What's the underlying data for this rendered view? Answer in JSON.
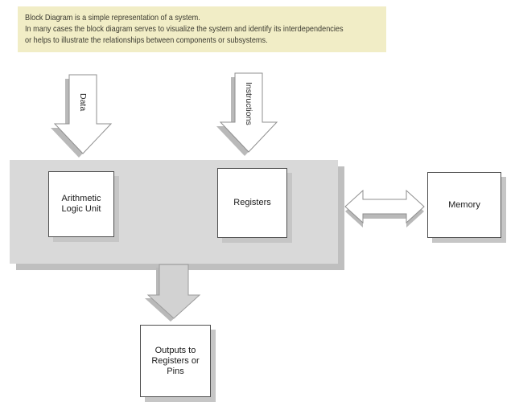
{
  "note": {
    "lines": [
      "Block Diagram is a simple representation of a system.",
      "In many cases the block diagram serves to visualize the system and identify its interdependencies",
      "or helps to illustrate the relationships between components or subsystems."
    ]
  },
  "labels": {
    "data": "Data",
    "instructions": "Instructions"
  },
  "blocks": {
    "alu": "Arithmetic Logic Unit",
    "registers": "Registers",
    "memory": "Memory",
    "outputs": "Outputs to Registers or Pins"
  },
  "colors": {
    "note_bg": "#f1edc6",
    "cpu_fill": "#d9d9d9",
    "cpu_shadow": "#bfbfbf",
    "block_shadow": "#c6c6c6",
    "block_border": "#4f4f4f",
    "white_arrow_fill": "#ffffff",
    "gray_arrow_fill": "#d2d2d2",
    "arrow_outline": "#8f8f8f"
  }
}
